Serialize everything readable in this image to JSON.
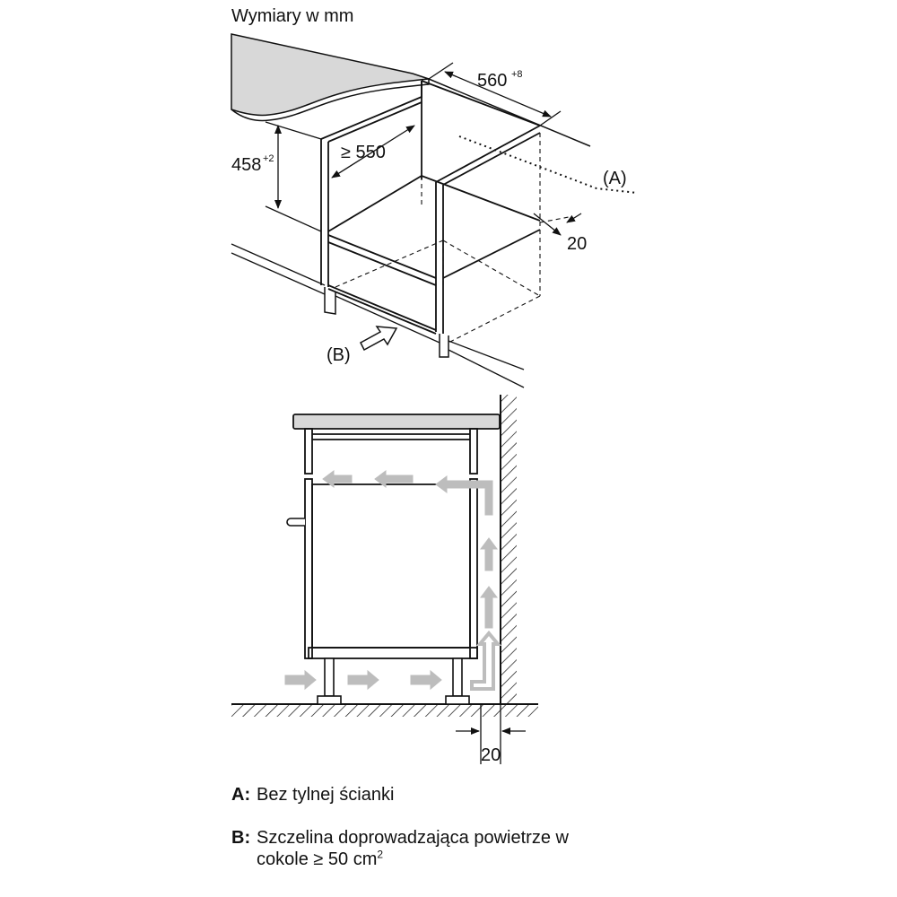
{
  "diagram": {
    "title": "Wymiary w mm",
    "dimensions": {
      "depth": "560",
      "depth_tolerance": "+8",
      "min_depth": "≥ 550",
      "height": "458",
      "height_tolerance": "+2",
      "back_gap": "20",
      "wall_gap": "20"
    },
    "callouts": {
      "a": "(A)",
      "b": "(B)"
    }
  },
  "legend": [
    {
      "key": "A:",
      "text": "Bez tylnej ścianki",
      "sup": ""
    },
    {
      "key": "B:",
      "text": "Szczelina doprowadzająca powietrze w",
      "text2": "cokole ≥ 50 cm",
      "sup": "2"
    }
  ],
  "colors": {
    "line": "#111111",
    "worktop": "#d8d8d8",
    "airflow_arrow": "#bdbdbd"
  }
}
